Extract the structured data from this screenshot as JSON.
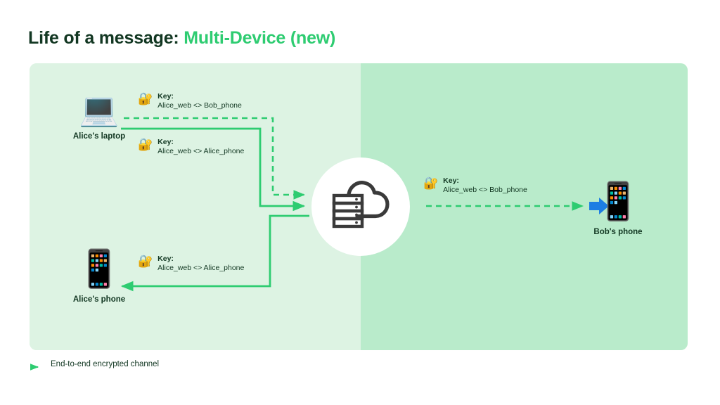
{
  "title": {
    "main": "Life of a message: ",
    "accent": "Multi-Device (new)"
  },
  "colors": {
    "accent_green": "#2ecc71",
    "dark_green_text": "#123722",
    "panel_left_bg": "#ddf3e3",
    "panel_right_bg": "#b9ebcb",
    "page_bg": "#ffffff",
    "bubble_bg": "#ffffff",
    "server_icon": "#3a3a3a",
    "blue_arrow": "#1d7ee3"
  },
  "devices": [
    {
      "id": "alices-laptop",
      "icon": "laptop-icon",
      "glyph": "💻",
      "label": "Alice's laptop"
    },
    {
      "id": "alices-phone",
      "icon": "mobile-phone-icon",
      "glyph": "📱",
      "label": "Alice's phone"
    },
    {
      "id": "bobs-phone",
      "icon": "mobile-phone-icon",
      "glyph": "📱",
      "label": "Bob's phone"
    }
  ],
  "server": {
    "icon": "cloud-server-icon"
  },
  "keys": [
    {
      "id": "key-alice-web-bob-phone-top",
      "icon": "locked-with-key-icon",
      "glyph": "🔐",
      "label": "Key:",
      "value": "Alice_web <> Bob_phone"
    },
    {
      "id": "key-alice-web-alice-phone-top",
      "icon": "locked-with-key-icon",
      "glyph": "🔐",
      "label": "Key:",
      "value": "Alice_web <> Alice_phone"
    },
    {
      "id": "key-alice-web-alice-phone-bottom",
      "icon": "locked-with-key-icon",
      "glyph": "🔐",
      "label": "Key:",
      "value": "Alice_web <> Alice_phone"
    },
    {
      "id": "key-alice-web-bob-phone-right",
      "icon": "locked-with-key-icon",
      "glyph": "🔐",
      "label": "Key:",
      "value": "Alice_web <> Bob_phone"
    }
  ],
  "legend": {
    "icon": "arrow-right-icon",
    "text": "End-to-end encrypted channel"
  },
  "flows": [
    {
      "id": "laptop-to-server-bob-key",
      "style": "dashed",
      "from": "alices-laptop",
      "to": "server"
    },
    {
      "id": "laptop-to-server-alice-key",
      "style": "solid",
      "from": "alices-laptop",
      "to": "server"
    },
    {
      "id": "server-to-alices-phone",
      "style": "solid",
      "from": "server",
      "to": "alices-phone"
    },
    {
      "id": "server-to-bobs-phone",
      "style": "dashed",
      "from": "server",
      "to": "bobs-phone"
    }
  ]
}
